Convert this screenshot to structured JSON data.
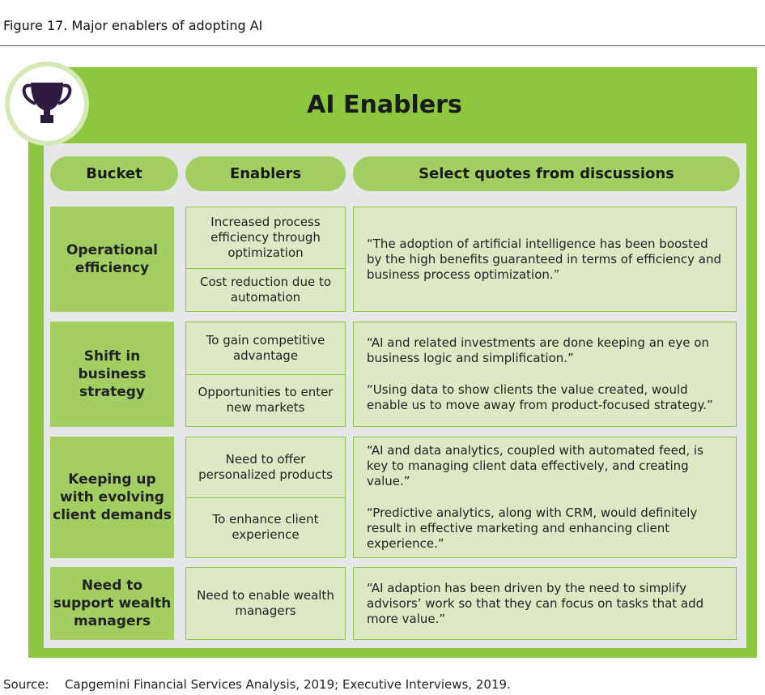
{
  "figure_title": "Figure 17. Major enablers of adopting AI",
  "title": "AI Enablers",
  "icon": "trophy-icon",
  "colors": {
    "green": "#8dc63f",
    "bucket": "#a3cf62",
    "cell": "#dce9c4",
    "trophy": "#2d1a3e"
  },
  "headers": [
    "Bucket",
    "Enablers",
    "Select quotes from discussions"
  ],
  "rows": [
    {
      "bucket": "Operational efficiency",
      "enablers": [
        "Increased  process efficiency through optimization",
        "Cost reduction due to automation"
      ],
      "quotes": [
        "“The adoption of artificial intelligence has been boosted by the high benefits guaranteed in terms of efficiency and business process optimization.”"
      ]
    },
    {
      "bucket": "Shift in business strategy",
      "enablers": [
        "To gain competitive advantage",
        "Opportunities to enter new markets"
      ],
      "quotes": [
        "“AI and related investments are done keeping an eye on business logic and simplification.”",
        "“Using data to show clients the value created, would enable us to move away from product-focused strategy.”"
      ]
    },
    {
      "bucket": "Keeping up with evolving client demands",
      "enablers": [
        "Need to offer personalized products",
        "To enhance client experience"
      ],
      "quotes": [
        "“AI and data analytics, coupled with automated feed, is key to managing client data effectively, and creating value.”",
        "“Predictive analytics, along with CRM, would definitely result in effective marketing and  enhancing client experience.”"
      ]
    },
    {
      "bucket": "Need to support wealth managers",
      "enablers": [
        "Need to enable wealth managers"
      ],
      "quotes": [
        "“AI adaption has been driven by the need to simplify advisors’ work so that they can focus on tasks that add more value.”"
      ]
    }
  ],
  "source_label": "Source:",
  "source": "Capgemini Financial Services Analysis, 2019; Executive Interviews, 2019."
}
